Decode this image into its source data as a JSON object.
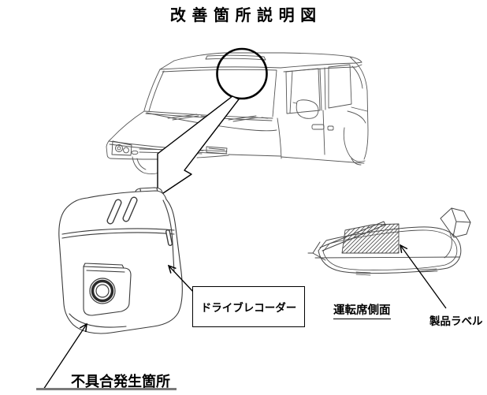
{
  "title": "改 善 箇 所 説 明 図",
  "labels": {
    "drive_recorder": "ドライブレコーダー",
    "defect_location": "不具合発生箇所",
    "driver_seat_side": "運転席側面",
    "product_label": "製品ラベル"
  },
  "figures": {
    "vehicle": "minivan-front-three-quarter-line-art",
    "callout": "circle-marking-windshield-top-mount-area",
    "hollow_arrow": "large-outline-arrow-from-circle-to-device",
    "device": "drive-recorder-unit-with-camera-lens",
    "side_view": "driver-side-view-with-hatched-product-label-area"
  },
  "colors": {
    "background": "#ffffff",
    "ink": "#000000",
    "drawing_line": "#575757",
    "device_line": "#3a3a3a",
    "underline_gray": "#7a7a7a"
  }
}
